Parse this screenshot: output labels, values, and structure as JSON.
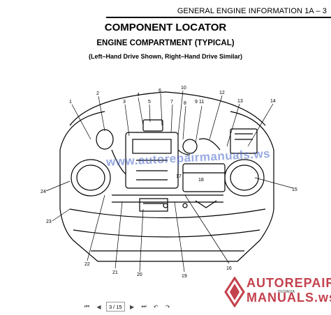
{
  "header": {
    "section_title": "GENERAL ENGINE INFORMATION 1A – 3"
  },
  "document": {
    "title": "COMPONENT LOCATOR",
    "subtitle": "ENGINE COMPARTMENT (TYPICAL)",
    "note": "(Left–Hand Drive Shown, Right–Hand Drive Similar)",
    "figure_ref": "D102A01A"
  },
  "callouts": {
    "c1": "1",
    "c2": "2",
    "c3": "3",
    "c4": "4",
    "c5": "5",
    "c6": "6",
    "c7": "7",
    "c8": "8",
    "c9": "9",
    "c10": "10",
    "c11": "11",
    "c12": "12",
    "c13": "13",
    "c14": "14",
    "c15": "15",
    "c16": "16",
    "c17": "17",
    "c18": "18",
    "c19": "19",
    "c20": "20",
    "c21": "21",
    "c22": "22",
    "c23": "23",
    "c24": "24"
  },
  "watermark": {
    "text": "www.autorepairmanuals.ws"
  },
  "logo": {
    "line1": "AUTOREPAIR",
    "line2": "MANUALS.ws",
    "brand_color": "#c4414d"
  },
  "toolbar": {
    "page_current": "3",
    "page_separator": "/",
    "page_total": "15",
    "icons": [
      "first-page-icon",
      "previous-page-icon",
      "next-page-icon",
      "last-page-icon",
      "back-icon",
      "forward-icon"
    ]
  }
}
